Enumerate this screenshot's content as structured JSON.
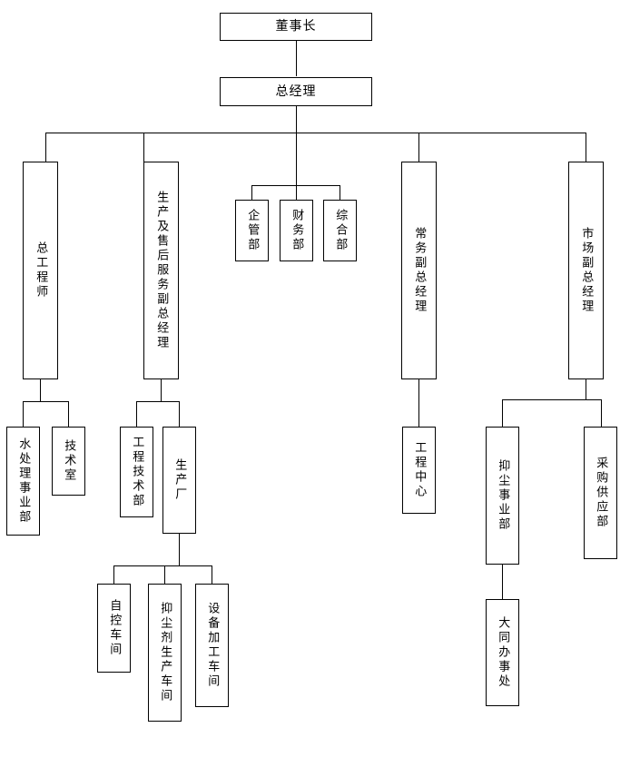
{
  "meta": {
    "title": "组织结构图",
    "orientation": "top-down organization chart",
    "line_color": "#000000",
    "box_fill": "#ffffff",
    "text_color": "#000000"
  },
  "nodes": {
    "chairman": {
      "label": "董事长",
      "level": 0
    },
    "general_manager": {
      "label": "总经理",
      "level": 1
    },
    "chief_engineer": {
      "label": "总工程师",
      "level": 2
    },
    "vp_production_service": {
      "label": "生产及售后服务副总经理",
      "level": 2
    },
    "dept_enterprise_mgmt": {
      "label": "企管部",
      "level": 2
    },
    "dept_finance": {
      "label": "财务部",
      "level": 2
    },
    "dept_general_affairs": {
      "label": "综合部",
      "level": 2
    },
    "executive_vp": {
      "label": "常务副总经理",
      "level": 2
    },
    "marketing_vp": {
      "label": "市场副总经理",
      "level": 2
    },
    "water_treatment_div": {
      "label": "水处理事业部",
      "level": 3
    },
    "tech_office": {
      "label": "技术室",
      "level": 3
    },
    "engineering_tech_dept": {
      "label": "工程技术部",
      "level": 3
    },
    "production_plant": {
      "label": "生产厂",
      "level": 3
    },
    "engineering_center": {
      "label": "工程中心",
      "level": 3
    },
    "dust_suppression_div": {
      "label": "抑尘事业部",
      "level": 3
    },
    "purchasing_supply_dept": {
      "label": "采购供应部",
      "level": 3
    },
    "automation_workshop": {
      "label": "自控车间",
      "level": 4
    },
    "dust_agent_workshop": {
      "label": "抑尘剂生产车间",
      "level": 4
    },
    "equipment_workshop": {
      "label": "设备加工车间",
      "level": 4
    },
    "datong_office": {
      "label": "大同办事处",
      "level": 4
    }
  },
  "edges": [
    {
      "from": "chairman",
      "to": "general_manager"
    },
    {
      "from": "general_manager",
      "to": "chief_engineer"
    },
    {
      "from": "general_manager",
      "to": "vp_production_service"
    },
    {
      "from": "general_manager",
      "to": "dept_enterprise_mgmt"
    },
    {
      "from": "general_manager",
      "to": "dept_finance"
    },
    {
      "from": "general_manager",
      "to": "dept_general_affairs"
    },
    {
      "from": "general_manager",
      "to": "executive_vp"
    },
    {
      "from": "general_manager",
      "to": "marketing_vp"
    },
    {
      "from": "chief_engineer",
      "to": "water_treatment_div"
    },
    {
      "from": "chief_engineer",
      "to": "tech_office"
    },
    {
      "from": "vp_production_service",
      "to": "engineering_tech_dept"
    },
    {
      "from": "vp_production_service",
      "to": "production_plant"
    },
    {
      "from": "executive_vp",
      "to": "engineering_center"
    },
    {
      "from": "marketing_vp",
      "to": "dust_suppression_div"
    },
    {
      "from": "marketing_vp",
      "to": "purchasing_supply_dept"
    },
    {
      "from": "production_plant",
      "to": "automation_workshop"
    },
    {
      "from": "production_plant",
      "to": "dust_agent_workshop"
    },
    {
      "from": "production_plant",
      "to": "equipment_workshop"
    },
    {
      "from": "dust_suppression_div",
      "to": "datong_office"
    }
  ]
}
